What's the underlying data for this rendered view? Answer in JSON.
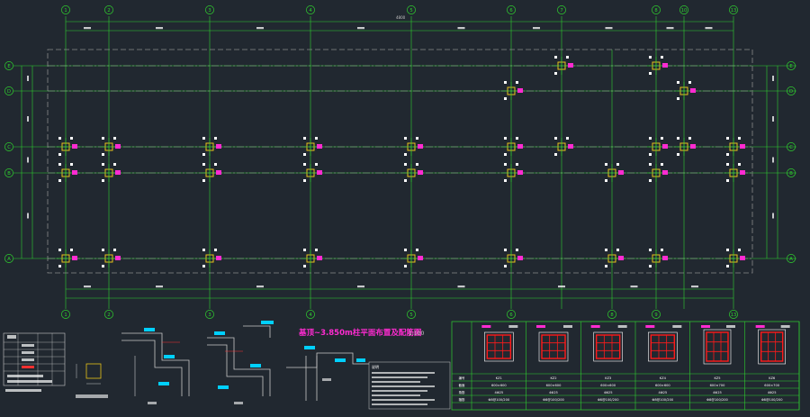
{
  "drawing": {
    "title": "基顶~3.850m柱平面布置及配筋图",
    "scale": "1:100",
    "colors": {
      "background": "#212830",
      "axis": "#2fd12f",
      "dim": "#c8c8c8",
      "column": "#e8c21a",
      "tag": "#ff2bd1",
      "red_rebar": "#ff1a1a",
      "white": "#ffffff",
      "cyan": "#00d0ff",
      "dashed": "#8a8a8a"
    },
    "axes": {
      "top": [
        "1",
        "2",
        "3",
        "4",
        "5",
        "6",
        "7",
        "8",
        "10",
        "13"
      ],
      "bottom": [
        "1",
        "2",
        "3",
        "4",
        "5",
        "6",
        "8",
        "9",
        "13"
      ],
      "rows": [
        "E",
        "D",
        "C",
        "B",
        "A"
      ]
    },
    "overall_dim": "4800",
    "schedule": {
      "rows": [
        "编号",
        "截面",
        "角筋",
        "箍筋"
      ],
      "column_names": [
        "KZ1",
        "KZ2",
        "KZ3",
        "KZ4",
        "KZ5",
        "KZ6"
      ],
      "sections": [
        "600×600",
        "600×600",
        "600×600",
        "600×600",
        "600×700",
        "600×700"
      ],
      "rebar": [
        "4Φ25",
        "4Φ25",
        "4Φ25",
        "4Φ25",
        "4Φ25",
        "4Φ25"
      ],
      "stirrups": [
        "Φ8@100/200",
        "Φ8@100/200",
        "Φ8@100/200",
        "Φ8@100/200",
        "Φ8@100/200",
        "Φ8@100/200"
      ]
    },
    "notes_heading": "说明"
  }
}
